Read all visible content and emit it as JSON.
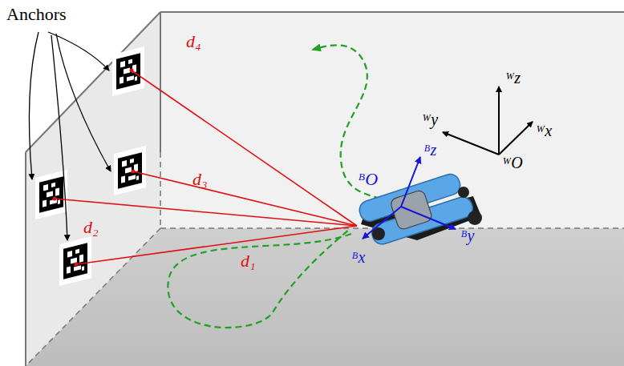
{
  "diagram": {
    "labels": [
      "Anchors",
      "d₄",
      "d₃",
      "d₂",
      "d₁",
      "ᴮO",
      "ᴮz",
      "ᴮy",
      "ᴮx",
      "ᵂz",
      "ᵂy",
      "ᵂx",
      "ᵂO"
    ]
  }
}
